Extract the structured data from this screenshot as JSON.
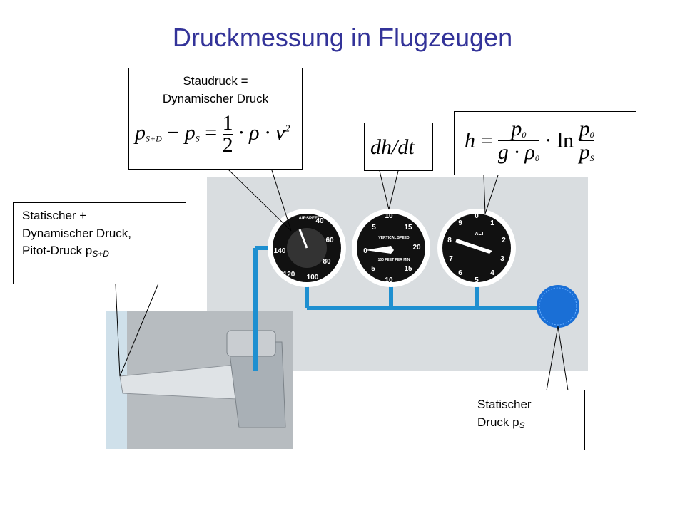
{
  "title": "Druckmessung in Flugzeugen",
  "callouts": {
    "staudruck_line1": "Staudruck =",
    "staudruck_line2": "Dynamischer Druck",
    "dhdt": "dh/dt",
    "pitot_line1": "Statischer +",
    "pitot_line2": "Dynamischer Druck,",
    "pitot_line3": "Pitot-Druck p",
    "pitot_sub": "S+D",
    "static_line1": "Statischer",
    "static_line2": "Druck p",
    "static_sub": "S"
  },
  "formula_bernoulli": {
    "lhs_p": "p",
    "lhs_sub1": "S+D",
    "minus": "−",
    "lhs_p2": "p",
    "lhs_sub2": "S",
    "eq": "=",
    "num": "1",
    "den": "2",
    "rest": "· ρ · v",
    "exp": "2"
  },
  "formula_height": {
    "h": "h",
    "eq": "=",
    "num": "p",
    "num_sub": "0",
    "den": "g · ρ",
    "den_sub": "0",
    "ln": "· ln",
    "num2": "p",
    "num2_sub": "0",
    "den2": "p",
    "den2_sub": "S"
  },
  "gauges": {
    "airspeed_label": "AIRSPEED",
    "airspeed_ticks": [
      "40",
      "60",
      "80",
      "100",
      "120",
      "140"
    ],
    "vsi_label": "VERTICAL SPEED",
    "vsi_sub": "100 FEET PER MIN",
    "vsi_ticks": [
      "5",
      "10",
      "15",
      "20",
      "0",
      "5",
      "10",
      "15",
      "20"
    ],
    "alt_label": "ALT",
    "alt_ticks": [
      "0",
      "1",
      "2",
      "3",
      "4",
      "5",
      "6",
      "7",
      "8",
      "9"
    ]
  },
  "colors": {
    "title": "#333399",
    "tube": "#1e8fd0",
    "panel": "#d9dde0",
    "static_port": "#1a6fd6"
  }
}
